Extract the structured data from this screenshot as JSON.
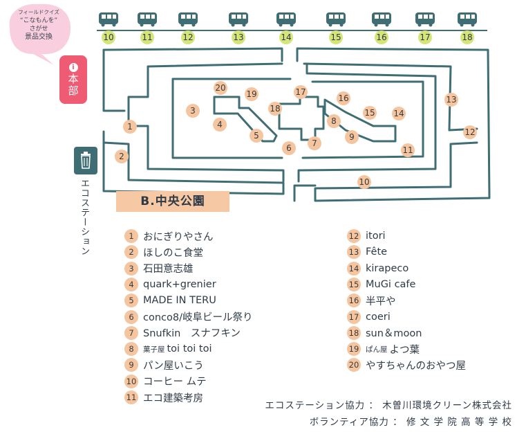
{
  "bubble": {
    "line1": "フィールドクイズ",
    "line2": "“こなもんを”",
    "line3": "さがせ",
    "line4": "景品交換"
  },
  "headquarters": {
    "label": "本部",
    "info_icon": "i"
  },
  "eco_station": {
    "label": "エコステーション",
    "icon": "trash-can-icon"
  },
  "map_title": "B.中央公園",
  "bus_stops": [
    "10",
    "11",
    "12",
    "13",
    "14",
    "15",
    "16",
    "17",
    "18"
  ],
  "map_markers": [
    "1",
    "2",
    "3",
    "4",
    "5",
    "6",
    "7",
    "8",
    "9",
    "10",
    "11",
    "12",
    "13",
    "14",
    "15",
    "16",
    "17",
    "18",
    "19",
    "20"
  ],
  "legend_left": [
    {
      "num": "1",
      "name": "おにぎりやさん"
    },
    {
      "num": "2",
      "name": "ほしのこ食堂"
    },
    {
      "num": "3",
      "name": "石田意志雄"
    },
    {
      "num": "4",
      "name": "quark+grenier"
    },
    {
      "num": "5",
      "name": "MADE IN TERU"
    },
    {
      "num": "6",
      "name": "conco8/岐阜ビール祭り"
    },
    {
      "num": "7",
      "name": "Snufkin　スナフキン"
    },
    {
      "num": "8",
      "prefix": "菓子屋",
      "name": "toi toi toi"
    },
    {
      "num": "9",
      "name": "パン屋いこう"
    },
    {
      "num": "10",
      "name": "コーヒー ムテ"
    },
    {
      "num": "11",
      "name": "エコ建築考房"
    }
  ],
  "legend_right": [
    {
      "num": "12",
      "name": "itori"
    },
    {
      "num": "13",
      "name": "Fête"
    },
    {
      "num": "14",
      "name": "kirapeco"
    },
    {
      "num": "15",
      "name": "MuGi cafe"
    },
    {
      "num": "16",
      "name": "半平や"
    },
    {
      "num": "17",
      "name": "coeri"
    },
    {
      "num": "18",
      "name": "sun＆moon"
    },
    {
      "num": "19",
      "prefix": "ぱん屋",
      "name": "よつ葉"
    },
    {
      "num": "20",
      "name": "やすちゃんのおやつ屋"
    }
  ],
  "credits": {
    "eco": "エコステーション協力 ： 木曽川環境クリーン株式会社",
    "volunteer": "ボランティア協力 ： 修 文 学 院 高 等 学 校"
  },
  "colors": {
    "path": "#3f6d74",
    "marker": "#f5c5a0",
    "bus_marker": "#d6e57a",
    "hq": "#ef5b73",
    "bubble": "#f9cfe0",
    "title_tag": "#f6c8a4"
  }
}
